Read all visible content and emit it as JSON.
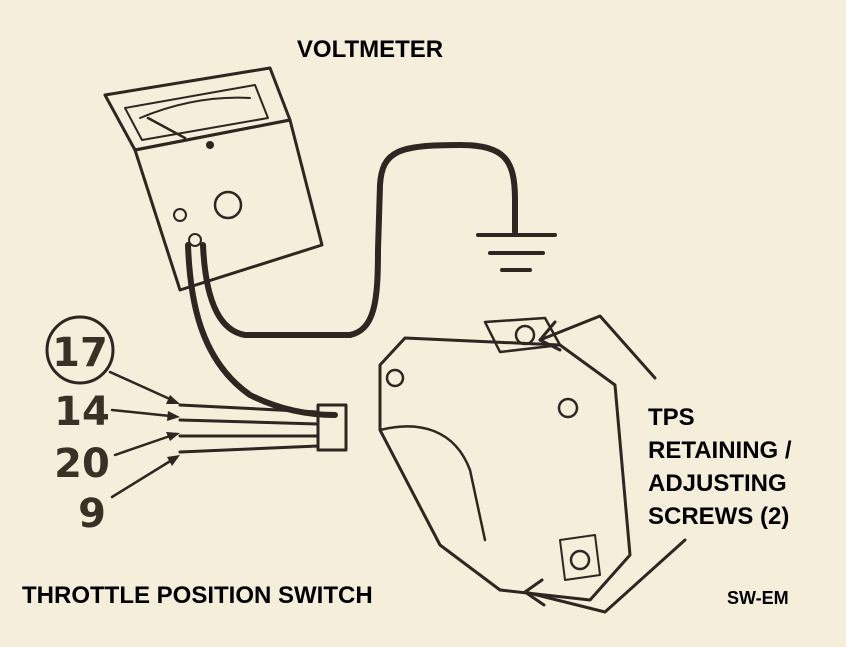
{
  "title": "VOLTMETER",
  "wire_numbers": [
    "17",
    "14",
    "20",
    "9"
  ],
  "callout": [
    "TPS",
    "RETAINING /",
    "ADJUSTING",
    "SCREWS (2)"
  ],
  "component_label": "THROTTLE POSITION SWITCH",
  "code": "SW-EM",
  "colors": {
    "background": "#f4eedb",
    "ink": "#2e2620",
    "label": "#000000"
  }
}
